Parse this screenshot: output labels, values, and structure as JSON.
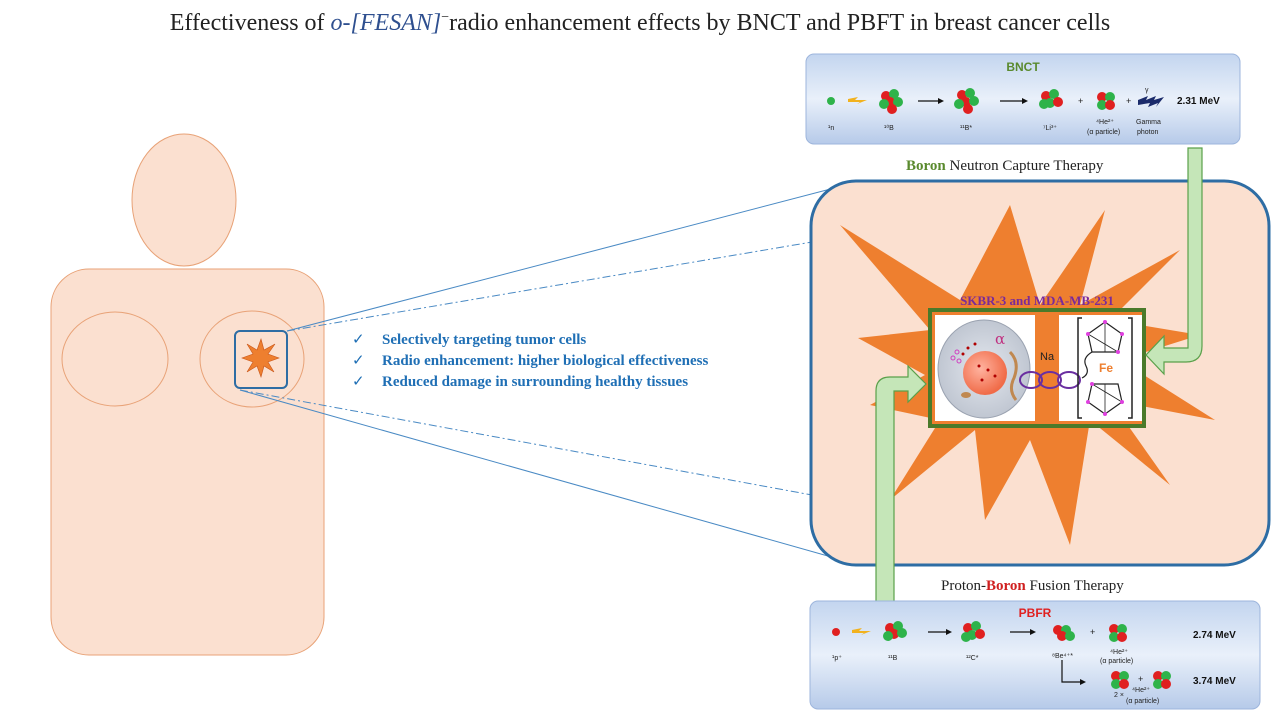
{
  "title": {
    "prefix": "Effectiveness of ",
    "compound": "o-[FESAN]",
    "suffix": "radio enhancement effects by BNCT and PBFT in breast cancer cells"
  },
  "checklist": [
    "Selectively targeting tumor cells",
    "Radio enhancement: higher biological effectiveness",
    "Reduced damage in surrounding healthy tissues"
  ],
  "bnct": {
    "panel_title": "BNCT",
    "caption_highlight": "Boron",
    "caption_rest": " Neutron Capture Therapy",
    "labels": [
      "¹n",
      "¹⁰B",
      "¹¹B*",
      "⁷Li³⁺",
      "⁴He²⁺",
      "(α particle)",
      "γ",
      "Gamma",
      "photon"
    ],
    "energy": "2.31 MeV"
  },
  "pbfr": {
    "panel_title": "PBFR",
    "caption_pre": "Proton-",
    "caption_highlight": "Boron",
    "caption_rest": " Fusion Therapy",
    "labels": [
      "¹p⁺",
      "¹¹B",
      "¹²C*",
      "⁸Be⁴⁺*",
      "⁴He²⁺",
      "(α particle)",
      "2 ×",
      "⁴He²⁺",
      "(α particle)"
    ],
    "energy_1": "2.74 MeV",
    "energy_2": "3.74 MeV"
  },
  "cell": {
    "label": "SKBR-3 and MDA-MB-231",
    "alpha": "α",
    "na": "Na",
    "fe": "Fe"
  },
  "colors": {
    "skin": "#fbe0d0",
    "skin_stroke": "#e8a277",
    "burst": "#ee7f2f",
    "blue_frame": "#2e6da4",
    "green_frame": "#4a7a2a",
    "arrow_green": "#c5e6b8",
    "check_blue": "#1f6fb5"
  }
}
